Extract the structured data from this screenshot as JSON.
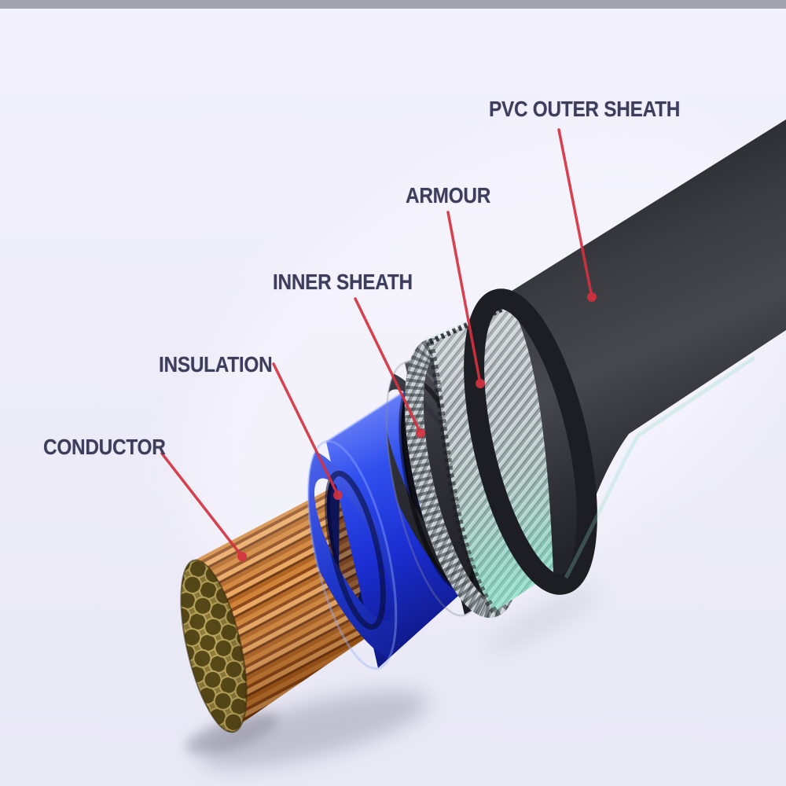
{
  "meta": {
    "description": "Cutaway diagram of an armoured electrical power cable with five labeled construction layers",
    "diagram_type": "labeled-cutaway-illustration"
  },
  "canvas": {
    "top_strip_color": "#a3a3ae",
    "background_color": "#edecf8"
  },
  "callout": {
    "line_color": "#d4323f",
    "label_color": "#3d3d5c"
  },
  "labels": [
    {
      "id": "pvc-outer-sheath",
      "text": "PVC OUTER SHEATH",
      "layer_color": "#3c3c43"
    },
    {
      "id": "armour",
      "text": "ARMOUR",
      "layer_color": "#c7ccd0"
    },
    {
      "id": "inner-sheath",
      "text": "INNER SHEATH",
      "layer_color": "#2e2e36"
    },
    {
      "id": "insulation",
      "text": "INSULATION",
      "layer_color": "#1f35d6"
    },
    {
      "id": "conductor",
      "text": "CONDUCTOR",
      "layer_color": "#b56a28"
    }
  ]
}
